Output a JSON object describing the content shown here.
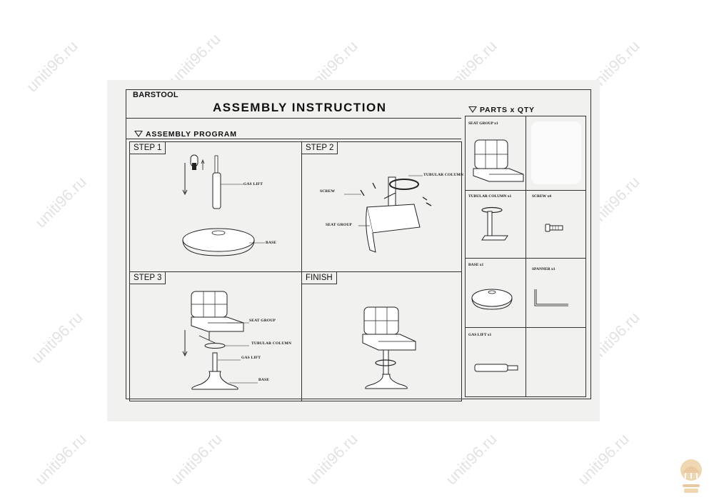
{
  "document": {
    "product_label": "BARSTOOL",
    "title": "ASSEMBLY INSTRUCTION",
    "program_heading": "ASSEMBLY PROGRAM",
    "parts_heading": "PARTS x QTY"
  },
  "steps": [
    {
      "tag": "STEP 1",
      "labels": [
        "GAS LIFT",
        "BASE"
      ]
    },
    {
      "tag": "STEP 2",
      "labels": [
        "TUBULAR COLUMN",
        "SCREW",
        "SEAT GROUP"
      ]
    },
    {
      "tag": "STEP 3",
      "labels": [
        "SEAT GROUP",
        "TUBULAR COLUMN",
        "GAS LIFT",
        "BASE"
      ]
    },
    {
      "tag": "FINISH",
      "labels": []
    }
  ],
  "parts": [
    {
      "label": "SEAT GROUP x1",
      "icon": "seat-group-icon"
    },
    {
      "label": "",
      "icon": ""
    },
    {
      "label": "TUBULAR COLUMN x1",
      "icon": "tubular-column-icon"
    },
    {
      "label": "SCREW x4",
      "icon": "screw-icon"
    },
    {
      "label": "BASE x1",
      "icon": "base-disc-icon"
    },
    {
      "label": "SPANNER x1",
      "icon": "spanner-icon"
    },
    {
      "label": "GAS LIFT x1",
      "icon": "gas-lift-icon"
    },
    {
      "label": "",
      "icon": ""
    }
  ],
  "watermark": {
    "text": "uniti96.ru",
    "color": "#9a9a9a"
  },
  "colors": {
    "line": "#333333",
    "paper": "#f1f1ef",
    "logo": "#e8c9a0"
  }
}
